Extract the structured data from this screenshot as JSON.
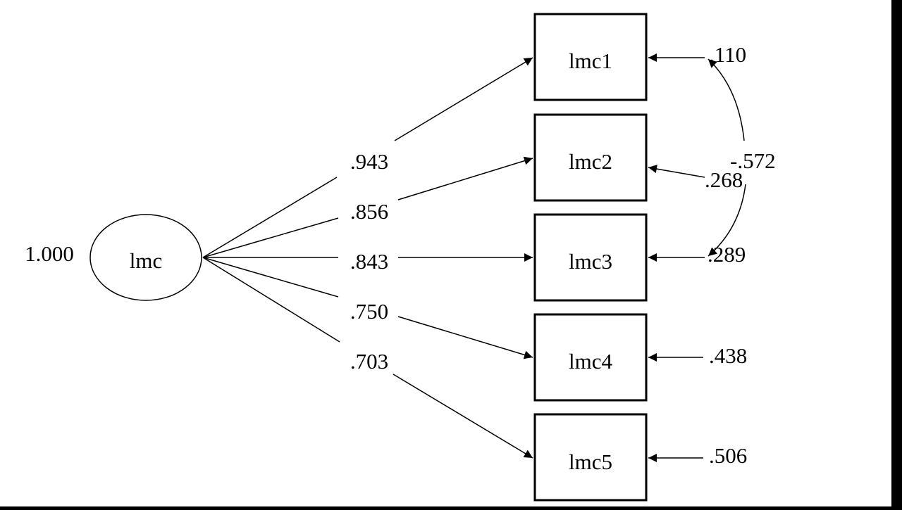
{
  "colors": {
    "background": "#000000",
    "canvas": "#ffffff",
    "stroke": "#000000",
    "text": "#000000"
  },
  "latent": {
    "label": "lmc",
    "variance": "1.000"
  },
  "indicators": [
    {
      "label": "lmc1",
      "loading": ".943",
      "error": ".110"
    },
    {
      "label": "lmc2",
      "loading": ".856",
      "error": ".268"
    },
    {
      "label": "lmc3",
      "loading": ".843",
      "error": ".289"
    },
    {
      "label": "lmc4",
      "loading": ".750",
      "error": ".438"
    },
    {
      "label": "lmc5",
      "loading": ".703",
      "error": ".506"
    }
  ],
  "correlation": {
    "between": [
      "lmc1",
      "lmc3"
    ],
    "value": "-.572"
  }
}
